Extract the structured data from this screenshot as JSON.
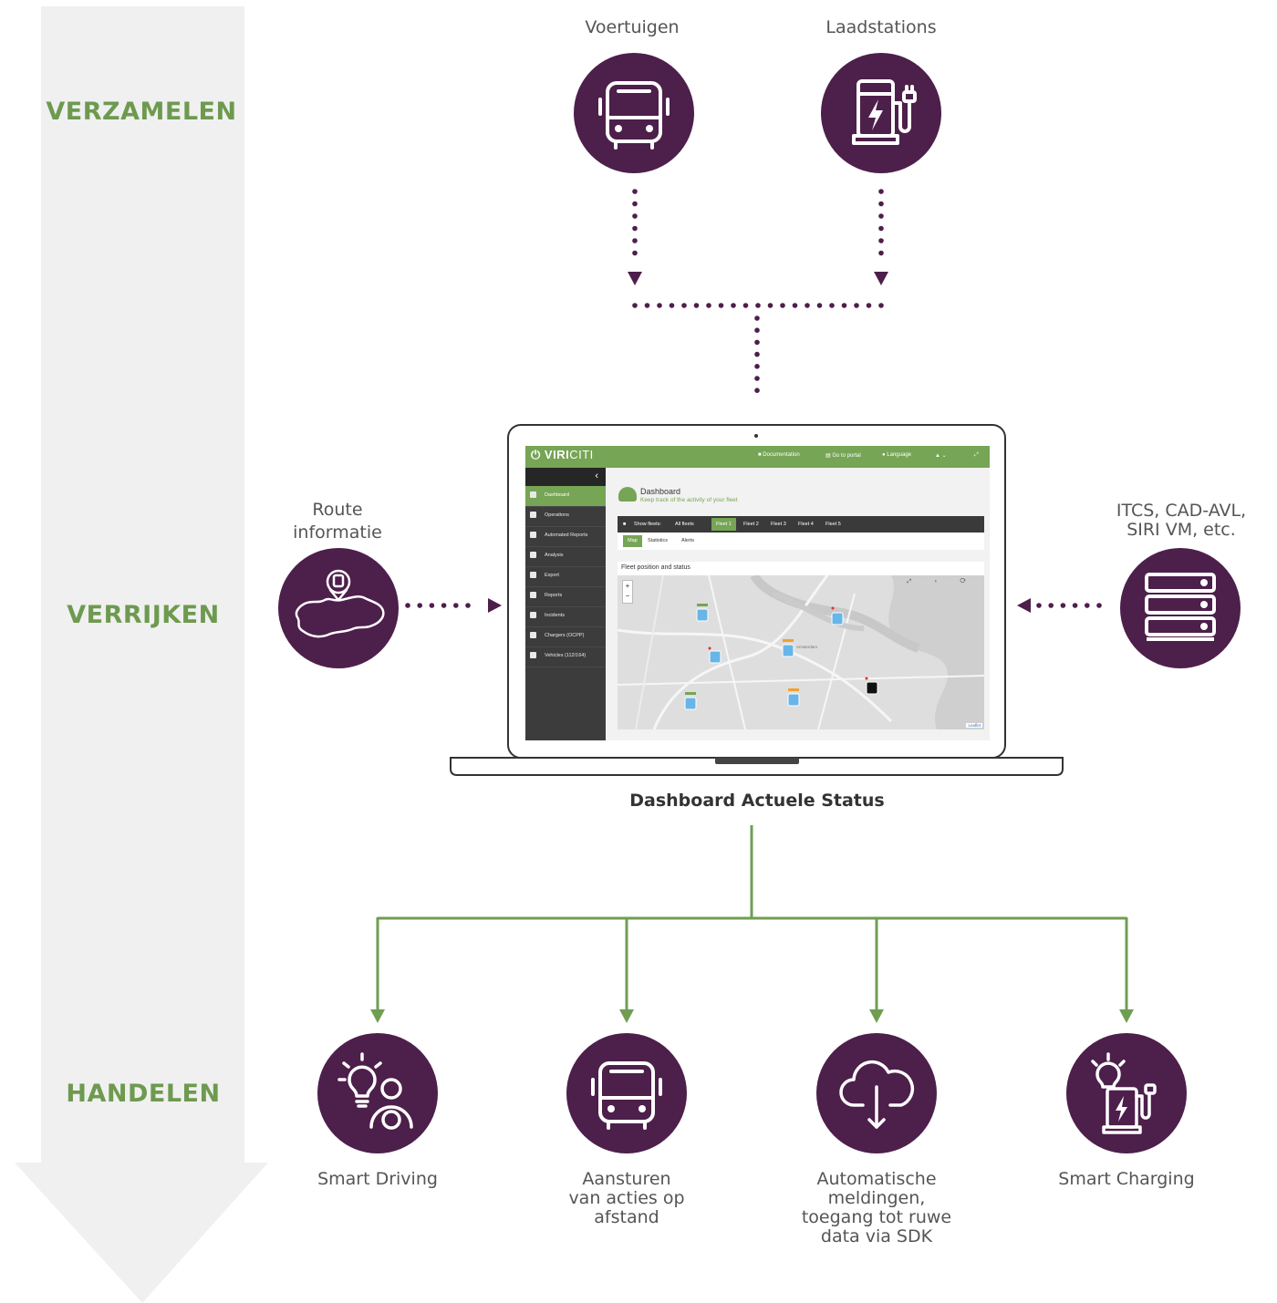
{
  "stages": {
    "collect": "VERZAMELEN",
    "enrich": "VERRIJKEN",
    "act": "HANDELEN"
  },
  "colors": {
    "stage_green": "#6e9a50",
    "node_purple": "#4d1f4b",
    "connector_green": "#6f9e52",
    "arrow_bg": "#f0f0f0",
    "dashboard_green": "#76a555"
  },
  "sources": {
    "vehicles": {
      "label": "Voertuigen",
      "icon": "bus-icon"
    },
    "chargers": {
      "label": "Laadstations",
      "icon": "charging-station-icon"
    },
    "route": {
      "label_line1": "Route",
      "label_line2": "informatie",
      "icon": "route-map-icon"
    },
    "systems": {
      "label_line1": "ITCS, CAD-AVL,",
      "label_line2": "SIRI VM, etc.",
      "icon": "server-stack-icon"
    }
  },
  "center": {
    "caption": "Dashboard Actuele Status"
  },
  "dashboard": {
    "logo_bold": "VIRI",
    "logo_thin": "CITI",
    "topnav": [
      "Documentation",
      "Go to portal",
      "Language"
    ],
    "collapse_symbol": "‹",
    "title": "Dashboard",
    "subtitle": "Keep track of the activity of your fleet",
    "sidebar": [
      "Dashboard",
      "Operations",
      "Automated Reports",
      "Analysis",
      "Export",
      "Reports",
      "Incidents",
      "Chargers (OCPP)",
      "Vehicles (112/164)"
    ],
    "show_fleets_label": "Show fleets:",
    "fleets": [
      "All fleets",
      "Fleet 1",
      "Fleet 2",
      "Fleet 3",
      "Fleet 4",
      "Fleet 5"
    ],
    "tabs": [
      "Map",
      "Statistics",
      "Alerts"
    ],
    "map_title": "Fleet position and status",
    "zoom_in": "+",
    "zoom_out": "−",
    "map_tools": "⤢ ‹ ⟳",
    "map_place": "Amsterdam",
    "attribution": "Leaflet"
  },
  "outputs": [
    {
      "label_lines": [
        "Smart Driving"
      ],
      "icon": "driver-idea-icon"
    },
    {
      "label_lines": [
        "Aansturen",
        "van acties op",
        "afstand"
      ],
      "icon": "bus-icon"
    },
    {
      "label_lines": [
        "Automatische",
        "meldingen,",
        "toegang tot ruwe",
        "data via SDK"
      ],
      "icon": "cloud-download-icon"
    },
    {
      "label_lines": [
        "Smart Charging"
      ],
      "icon": "smart-charging-icon"
    }
  ]
}
